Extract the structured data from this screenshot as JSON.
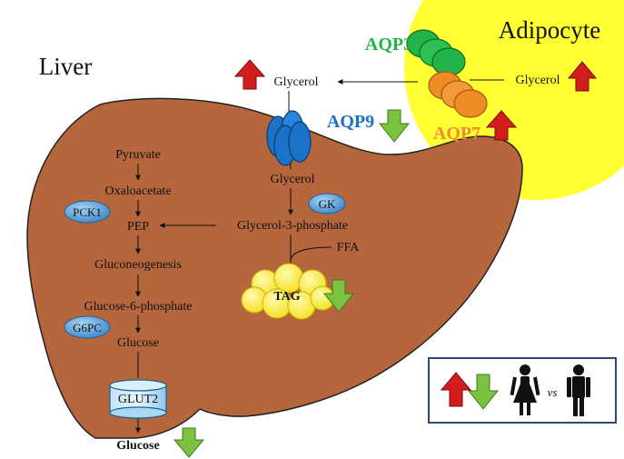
{
  "figure": {
    "liver_title": "Liver",
    "adipocyte_title": "Adipocyte",
    "channels": {
      "aqp3": "AQP3",
      "aqp7": "AQP7",
      "aqp9": "AQP9",
      "glut2": "GLUT2"
    },
    "enzymes": {
      "pck1": "PCK1",
      "gk": "GK",
      "g6pc": "G6PC"
    },
    "metabolites": {
      "glycerol_adipocyte": "Glycerol",
      "glycerol_blood": "Glycerol",
      "glycerol_liver": "Glycerol",
      "glycerol_3_phosphate": "Glycerol-3-phosphate",
      "ffa": "FFA",
      "tag": "TAG",
      "pyruvate": "Pyruvate",
      "oxaloacetate": "Oxaloacetate",
      "pep": "PEP",
      "gluconeogenesis": "Gluconeogenesis",
      "glucose_6_phosphate": "Glucose-6-phosphate",
      "glucose_liver": "Glucose",
      "glucose_out": "Glucose"
    },
    "legend": {
      "vs": "vs"
    },
    "colors": {
      "liver": "#b5663d",
      "adipocyte": "#ffff33",
      "aqp3": "#22b34a",
      "aqp7": "#f08c28",
      "aqp9": "#1a72c9",
      "up_arrow": "#d21d1d",
      "down_arrow": "#7bc142",
      "enzyme": "#4a9bd8",
      "tag": "#ffee33"
    }
  }
}
